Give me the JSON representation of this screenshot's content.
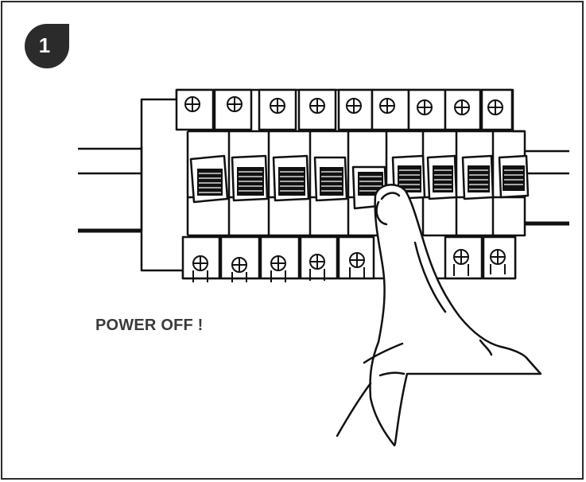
{
  "step": {
    "number": "1"
  },
  "caption": {
    "text": "POWER OFF !"
  },
  "colors": {
    "ink": "#111111",
    "badge": "#2b2b2b",
    "caption": "#3a3a3a"
  },
  "icons": [
    "step-badge",
    "breaker-panel-illustration",
    "hand-pointing-icon"
  ]
}
